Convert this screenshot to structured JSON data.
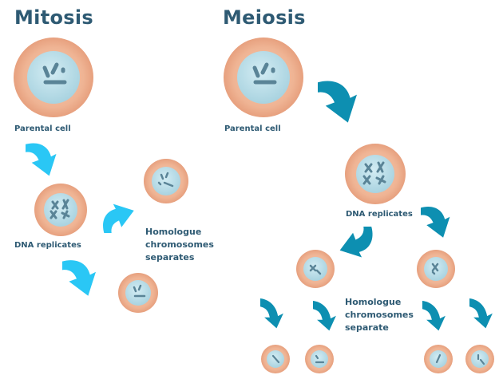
{
  "colors": {
    "title": "#2e5a73",
    "label": "#2e5a73",
    "cell_outer": "#eba989",
    "cell_outer_edge": "#f7c7ad",
    "cell_inner": "#b6dbe6",
    "chromosome": "#5a8497",
    "mitosis_arrow": "#2ac7f5",
    "meiosis_arrow": "#0d8fb1"
  },
  "mitosis": {
    "title": "Mitosis",
    "parental_cell_label": "Parental cell",
    "dna_replicates_label": "DNA replicates",
    "separation_label": [
      "Homologue",
      "chromosomes",
      "separates"
    ]
  },
  "meiosis": {
    "title": "Meiosis",
    "parental_cell_label": "Parental cell",
    "dna_replicates_label": "DNA replicates",
    "separation_label": [
      "Homologue",
      "chromosomes",
      "separate"
    ]
  }
}
